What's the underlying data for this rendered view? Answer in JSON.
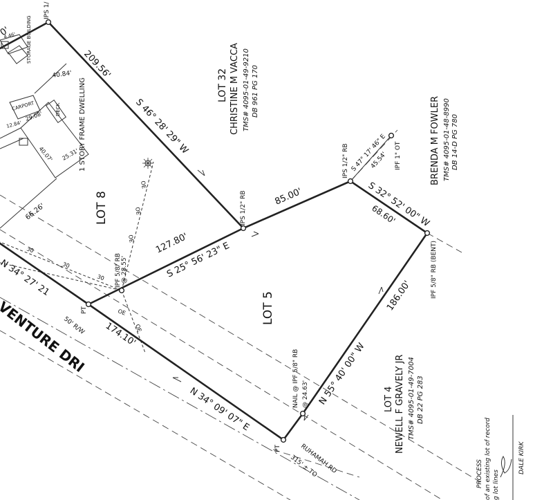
{
  "lots": {
    "lot8": "LOT 8",
    "lot5": "LOT 5",
    "lot32": {
      "title": "LOT 32",
      "owner": "CHRISTINE M VACCA",
      "tms": "TMS# 4095-01-49-9210",
      "db": "DB 961 PG 170"
    },
    "fowler": {
      "owner": "BRENDA M FOWLER",
      "tms": "TMS# 4095-01-48-8990",
      "db": "DB 14-D PG 780"
    },
    "lot4": {
      "title": "LOT 4",
      "owner": "NEWELL F GRAVELY JR",
      "tms": "TMS# 4095-01-49-7004",
      "db": "DB 22 PG 283"
    }
  },
  "boundary": {
    "top_bearing": "S 46° 28' 29\" W",
    "top_dist": "209.56'",
    "mid_bearing": "S 25° 56' 23\" E",
    "mid_dist": "127.80'",
    "mid_upper_dist": "85.00'",
    "right_bearing": "S 32° 52' 00\" W",
    "right_dist": "68.60'",
    "lower_bearing": "N 55° 40' 00\" W",
    "lower_dist": "186.00'",
    "road_bearing": "N 34° 09' 07\" E",
    "road_dist": "174.10'",
    "upper_road_bearing": "N 34° 27' 21"
  },
  "pins": {
    "ips_top": "IPS 1/",
    "ips_mid": "IPS 1/2\" RB",
    "ips_right": "IPS 1/2\" RB",
    "ipf_ot": "IPF 1\" OT",
    "ipf_bent": "IPF 5/8\" RB (BENT)",
    "ipf_lot8": "IPF 5/8\" RB",
    "ipf_lot8_dist": "@ 28.55'",
    "nail": "NAIL @ IPF 5/8\" RB",
    "nail_dist": "@ 24.63'",
    "pt_left": "PT",
    "pt_bottom": "PT"
  },
  "tie_line": {
    "bearing": "S 47° 17' 46\" E",
    "dist": "45.54'"
  },
  "structures": {
    "dwelling": "1 STORY FRAME DWELLING",
    "storage": "STORAGE BUILDING",
    "carport": "CARPORT",
    "deck": "DECK",
    "dim_40_84": "40.84'",
    "dim_29_08": "29.08'",
    "dim_40_07": "40.07'",
    "dim_25_31": "25.31'",
    "dim_12_84": "12.84'",
    "dim_4_46": "4.46'",
    "setback": "66.26'"
  },
  "road": {
    "name": "VENTURE DRI",
    "row": "50' R/W",
    "ruhamah": "RUHAMAH RD",
    "ruhamah_dist": "315' ± TO"
  },
  "utility_labels": [
    "OE",
    "OE",
    "OE",
    "OE",
    "OE",
    "30",
    "30",
    "30"
  ],
  "notes": {
    "line1": "PROCESS",
    "line2": "of an existing lot of record",
    "line3": "g lot lines",
    "surveyor": "DALE KIRK"
  },
  "top_left_text": "0'"
}
